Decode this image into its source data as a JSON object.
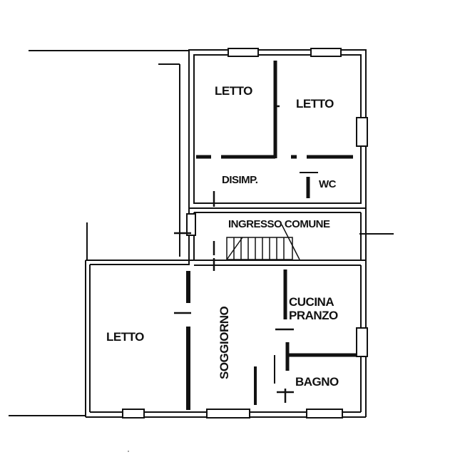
{
  "floor_plan": {
    "rooms": {
      "letto_top_left": "LETTO",
      "letto_top_right": "LETTO",
      "disimp": "DISIMP.",
      "wc": "WC",
      "ingresso": "INGRESSO COMUNE",
      "cucina": "CUCINA",
      "pranzo": "PRANZO",
      "letto_bottom": "LETTO",
      "soggiorno": "SOGGIORNO",
      "bagno": "BAGNO"
    },
    "colors": {
      "ink": "#111111",
      "paper": "#ffffff"
    }
  }
}
